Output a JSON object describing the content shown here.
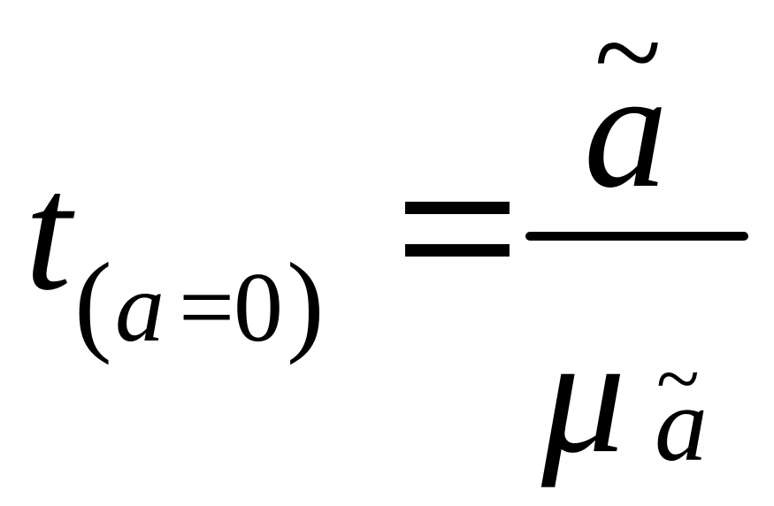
{
  "formula": {
    "lhs": {
      "main_symbol": "t",
      "paren_open": "(",
      "sub_variable": "a",
      "sub_relation": "=",
      "sub_value": "0",
      "paren_close": ")"
    },
    "equals": "=",
    "rhs": {
      "numerator": {
        "symbol": "a",
        "accent": "~"
      },
      "denominator": {
        "symbol": "μ",
        "subscript": "a",
        "subscript_accent": "~"
      }
    }
  }
}
